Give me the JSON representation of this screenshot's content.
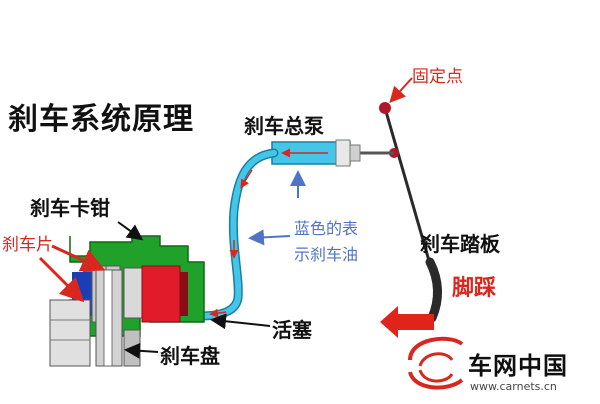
{
  "labels": {
    "title": "刹车系统原理",
    "master_cylinder": "刹车总泵",
    "fixed_point": "固定点",
    "caliper": "刹车卡钳",
    "brake_pad": "刹车片",
    "pedal": "刹车踏板",
    "foot": "脚踩",
    "note_line1": "蓝色的表",
    "note_line2": "示刹车油",
    "piston": "活塞",
    "disc": "刹车盘"
  },
  "watermark": {
    "brand": "车网中国",
    "url": "www.carnets.cn"
  },
  "colors": {
    "fluid": "#43c6e8",
    "caliper": "#1fa12a",
    "piston": "#e21b2a",
    "pad": "#1a3db8",
    "arrow_red": "#d8271e",
    "note_blue": "#4f74c6"
  }
}
